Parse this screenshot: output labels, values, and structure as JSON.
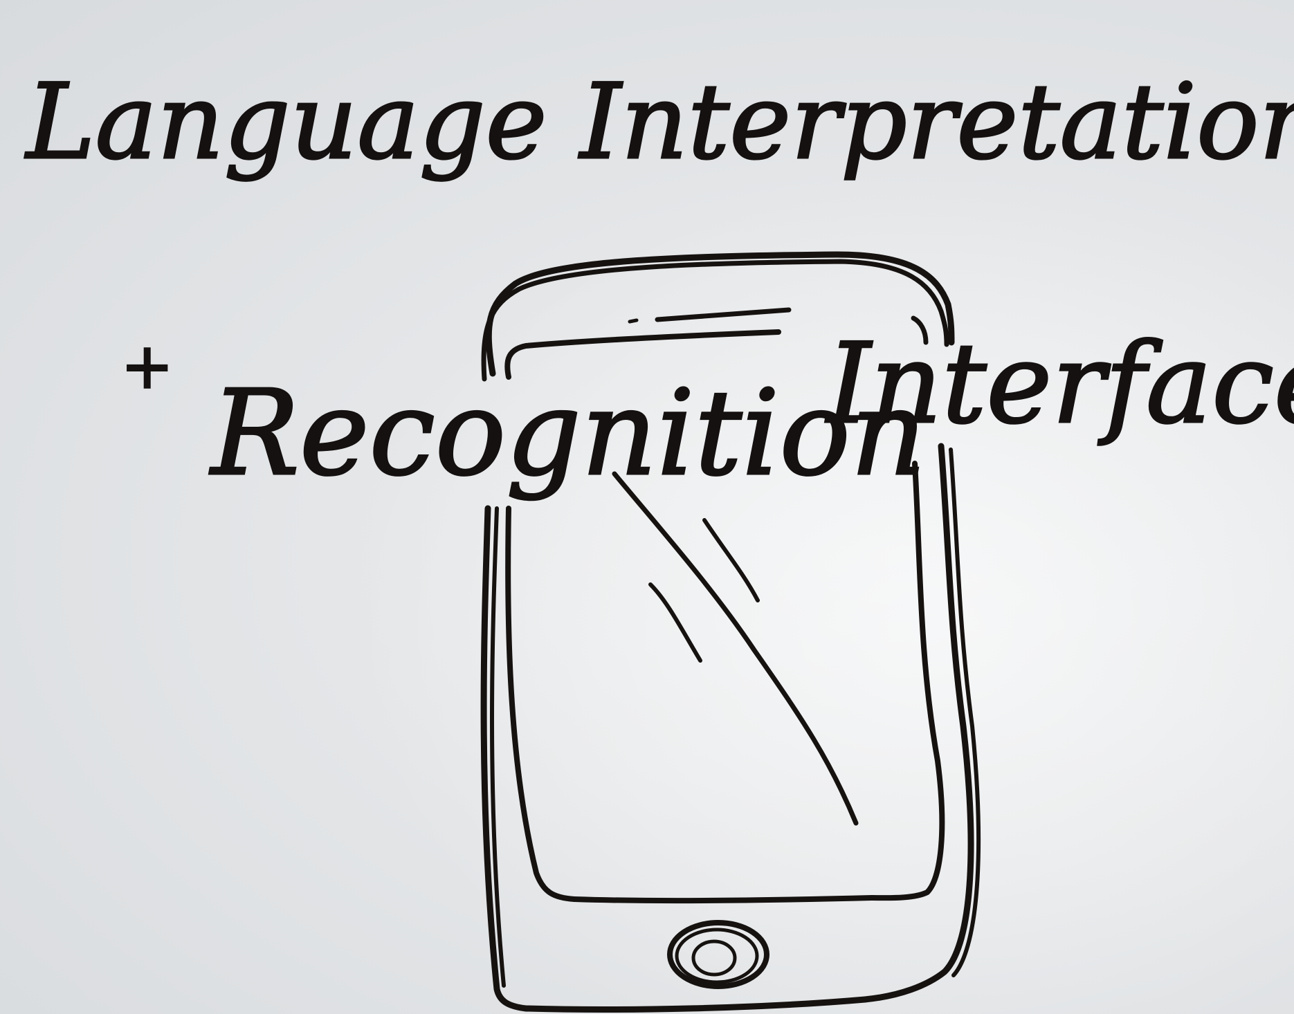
{
  "whiteboard": {
    "heading": "Language Interpretation",
    "plus_sign": "+",
    "recognition_word": "Recognition",
    "interface_word": "Interface",
    "ink_color": "#161210",
    "board_color": "#e4e6e8"
  },
  "sketch": {
    "subject": "tablet-device",
    "icons": [
      "tablet-device-icon",
      "home-button-icon",
      "screen-glare-icon"
    ]
  }
}
